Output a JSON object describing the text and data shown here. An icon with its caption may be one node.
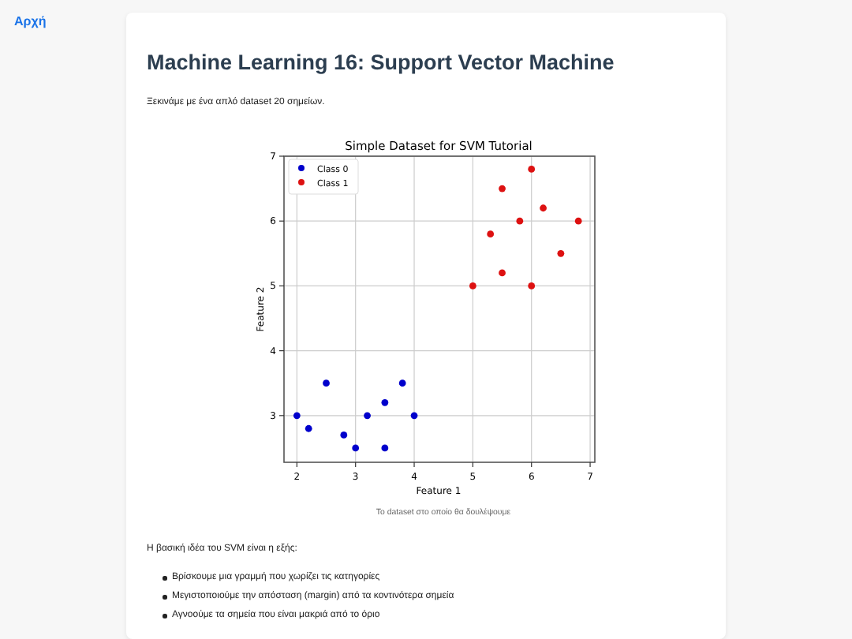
{
  "diagram": {
    "title": "Machine Learning 16: Support Vector Machine",
    "labels": [
      "Αρχή",
      "Ξεκινάμε με ένα απλό dataset 20 σημείων.",
      "Το dataset στο οποίο θα δουλέψουμε",
      "Η βασική ιδέα του SVM είναι η εξής:",
      "Βρίσκουμε μια γραμμή που χωρίζει τις κατηγορίες",
      "Μεγιστοποιούμε την απόσταση (margin) από τα κοντινότερα σημεία",
      "Αγνοούμε τα σημεία που είναι μακριά από το όριο"
    ],
    "chart_data": {
      "type": "scatter",
      "title": "Simple Dataset for SVM Tutorial",
      "xlabel": "Feature 1",
      "ylabel": "Feature 2",
      "xlim": [
        1.78,
        7.08
      ],
      "ylim": [
        2.28,
        7
      ],
      "xticks": [
        2,
        3,
        4,
        5,
        6,
        7
      ],
      "yticks": [
        3,
        4,
        5,
        6,
        7
      ],
      "grid": true,
      "legend": "upper left",
      "x": [
        2,
        2.2,
        2.5,
        2.8,
        3,
        3.2,
        3.5,
        3.5,
        3.8,
        4,
        5,
        5.3,
        5.5,
        5.5,
        5.8,
        6,
        6,
        6.2,
        6.5,
        6.8
      ],
      "series": [
        {
          "name": "Class 0",
          "color": "#0000cc",
          "values": [
            3,
            2.8,
            3.5,
            2.7,
            2.5,
            3,
            3.2,
            2.5,
            3.5,
            3,
            null,
            null,
            null,
            null,
            null,
            null,
            null,
            null,
            null,
            null
          ]
        },
        {
          "name": "Class 1",
          "color": "#dd1111",
          "values": [
            null,
            null,
            null,
            null,
            null,
            null,
            null,
            null,
            null,
            null,
            5,
            5.8,
            6.5,
            5.2,
            6,
            6.8,
            5,
            6.2,
            5.5,
            6
          ]
        }
      ]
    }
  }
}
